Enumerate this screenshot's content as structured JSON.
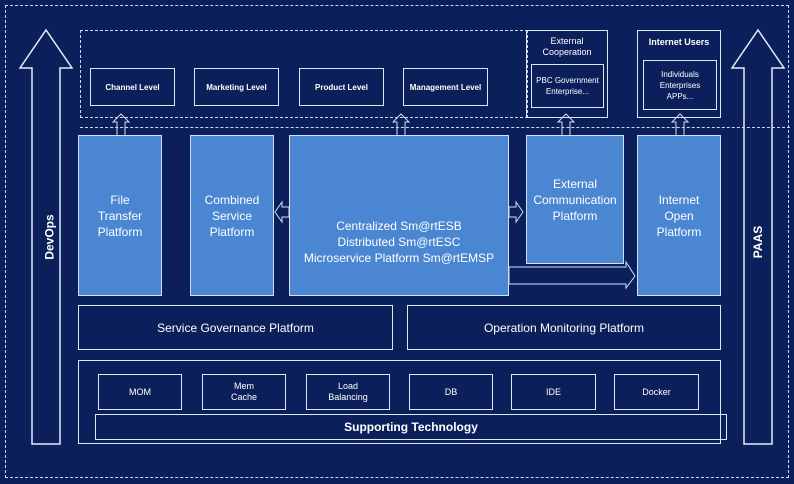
{
  "left_arrow": {
    "label": "DevOps"
  },
  "right_arrow": {
    "label": "PAAS"
  },
  "levels": [
    "Channel Level",
    "Marketing Level",
    "Product Level",
    "Management Level"
  ],
  "external_cooperation": {
    "title": "External\nCooperation",
    "content": "PBC Government\nEnterprise..."
  },
  "internet_users": {
    "title": "Internet Users",
    "content": "Individuals\nEnterprises\nAPPs..."
  },
  "platforms": {
    "file": "File\nTransfer\nPlatform",
    "combined": "Combined\nService\nPlatform",
    "central": "Centralized Sm@rtESB\nDistributed Sm@rtESC\nMicroservice Platform Sm@rtEMSP",
    "external": "External\nCommunication\nPlatform",
    "internet": "Internet\nOpen\nPlatform"
  },
  "governance": "Service Governance Platform",
  "monitoring": "Operation Monitoring Platform",
  "supporting": {
    "items": [
      "MOM",
      "Mem\nCache",
      "Load\nBalancing",
      "DB",
      "IDE",
      "Docker"
    ],
    "label": "Supporting Technology"
  },
  "colors": {
    "background": "#0b1f5a",
    "platform": "#4a86d2"
  }
}
